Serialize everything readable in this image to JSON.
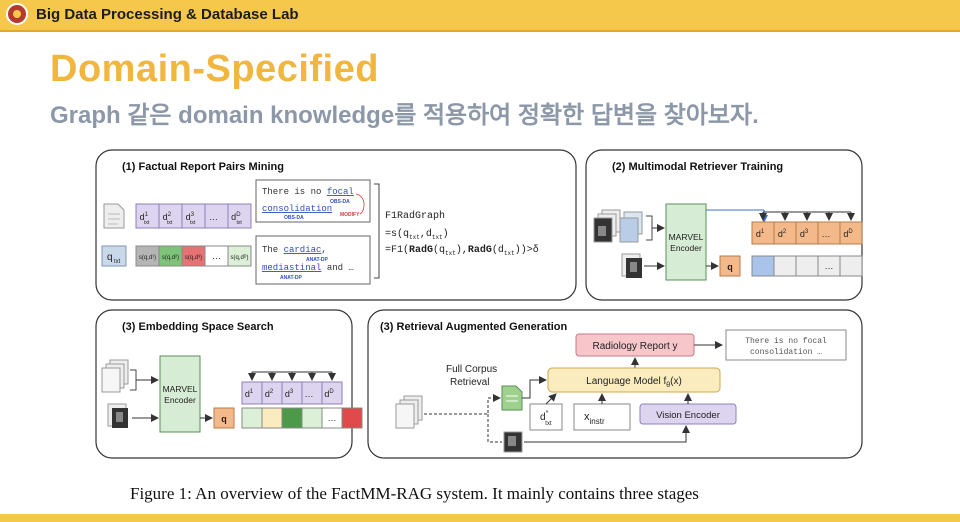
{
  "header": {
    "lab_name": "Big Data Processing & Database Lab"
  },
  "slide": {
    "title": "Domain-Specified",
    "subtitle": "Graph 같은 domain knowledge를 적용하여 정확한 답변을 찾아보자."
  },
  "figure": {
    "panel1": {
      "title": "(1)  Factual Report Pairs Mining",
      "d_cells": [
        "d",
        "d",
        "d",
        "…",
        "d"
      ],
      "d_sups": [
        "1",
        "2",
        "3",
        "",
        "D"
      ],
      "d_sub": "txt",
      "q_label": "q",
      "q_sub": "txt",
      "s_cells": [
        "s(q,d¹)",
        "s(q,d²)",
        "s(q,d³)",
        "…",
        "s(q,dᴰ)"
      ],
      "report1_line1": "There is no ",
      "report1_focal": "focal",
      "report1_line2": "consolidation",
      "tag_obs_da": "OBS-DA",
      "tag_modify": "MODIFY",
      "report2_line1": "The ",
      "report2_cardiac": "cardiac",
      "report2_line2_word": "mediastinal",
      "report2_line2_rest": " and …",
      "tag_anat_dp": "ANAT-DP",
      "formula1": "F1RadGraph",
      "formula2": "=s(q",
      "formula2_mid": ",d",
      "formula2_end": ")",
      "formula_txt": "txt",
      "formula3_a": "=F1(",
      "formula3_b": "RadG",
      "formula3_c": "(q",
      "formula3_d": "),",
      "formula3_e": "RadG",
      "formula3_f": "(d",
      "formula3_g": "))>δ"
    },
    "panel2": {
      "title": "(2)  Multimodal Retriever Training",
      "encoder": "MARVEL\nEncoder",
      "encoder_line1": "MARVEL",
      "encoder_line2": "Encoder",
      "q_label": "q",
      "d_cells": [
        "d",
        "d",
        "d",
        "…",
        "d"
      ],
      "d_sups": [
        "1",
        "2",
        "3",
        "",
        "D"
      ],
      "ellipsis": "…"
    },
    "panel3": {
      "title": "(3)  Embedding Space Search",
      "encoder_line1": "MARVEL",
      "encoder_line2": "Encoder",
      "q_label": "q",
      "d_cells": [
        "d",
        "d",
        "d",
        "…",
        "d"
      ],
      "d_sups": [
        "1",
        "2",
        "3",
        "",
        "D"
      ],
      "ellipsis": "…"
    },
    "panel4": {
      "title": "(3)  Retrieval Augmented Generation",
      "radiology_report": "Radiology Report  y",
      "language_model": "Language Model  f",
      "language_model_sub": "θ",
      "language_model_end": "(x)",
      "vision_encoder": "Vision Encoder",
      "full_corpus_line1": "Full Corpus",
      "full_corpus_line2": "Retrieval",
      "d_txt_label": "d",
      "d_txt_sup": "*",
      "d_txt_sub": "txt",
      "x_instr_label": "x",
      "x_instr_sub": "instr",
      "output_line1": "There is no focal",
      "output_line2": "consolidation …"
    }
  },
  "caption": "Figure 1: An overview of the FactMM-RAG system. It mainly contains three stages",
  "colors": {
    "accent": "#f0b640",
    "bar": "#f5c74a",
    "subtitle": "#8c98a8",
    "encoder": "#d7ecd4",
    "doc_purple": "#ddd4ef",
    "q_orange": "#f4b98a",
    "radiology": "#f6c6cb",
    "lm_yellow": "#fbecc0",
    "vision": "#ddd4ef"
  }
}
